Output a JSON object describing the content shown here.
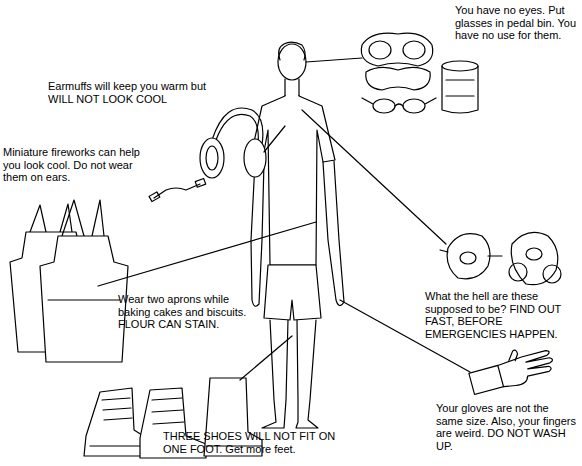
{
  "diagram": {
    "labels": [
      "You have no eyes. Put glasses in pedal bin. You have no use for them.",
      "Earmuffs will keep you warm but WILL NOT LOOK COOL",
      "Miniature fireworks can help you look cool. Do not wear them on ears.",
      "What the hell are these supposed to be? FIND OUT FAST, BEFORE EMERGENCIES HAPPEN.",
      "Wear two aprons while baking cakes and biscuits. FLOUR CAN STAIN.",
      "Your gloves are not the same size. Also, your fingers are weird. DO NOT WASH UP.",
      "THREE SHOES WILL NOT FIT ON ONE FOOT. Get more feet."
    ]
  }
}
